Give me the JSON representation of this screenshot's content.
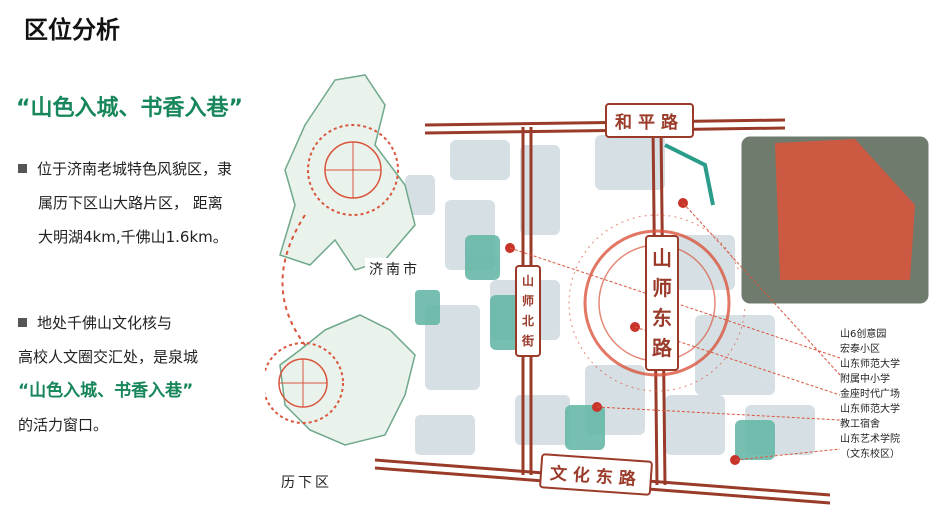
{
  "header": {
    "title": "区位分析"
  },
  "slogan": "“山色入城、书香入巷”",
  "bullets": [
    {
      "lines": [
        "位于济南老城特色风貌区，隶",
        "属历下区山大路片区，  距离",
        "大明湖4km,千佛山1.6km。"
      ]
    },
    {
      "lines": [
        "地处千佛山文化核与",
        "高校人文圈交汇处，是泉城",
        "“山色入城、书香入巷”",
        "的活力窗口。"
      ]
    }
  ],
  "map": {
    "roads": {
      "north": "和平路",
      "south": "文化东路",
      "west_street": "山师北街",
      "main": "山师东路"
    },
    "districts": {
      "jinan": "济南市",
      "lixia": "历下区"
    },
    "legend": [
      "山6创意园",
      "宏泰小区",
      "山东师范大学",
      "附属中小学",
      "金座时代广场",
      "山东师范大学",
      "教工宿舍",
      "山东艺术学院",
      "（文东校区）"
    ],
    "colors": {
      "road": "#9a3b2a",
      "highlight": "#d9553d",
      "green": "#17865a",
      "block": "#c9d6dc",
      "teal": "#5fb5a3"
    }
  }
}
